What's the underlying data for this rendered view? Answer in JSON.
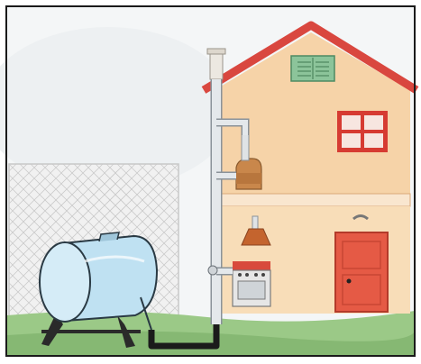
{
  "illustration": {
    "palette": {
      "border": "#1a1a1a",
      "sky": "#ffffff",
      "wash": "#e8ecef",
      "grass": "#8fc07a",
      "grass_dark": "#6fa85d",
      "house_wall": "#f6d3a8",
      "house_shadow": "#efc089",
      "roof": "#d9473f",
      "window_frame": "#d63b32",
      "door": "#e55a45",
      "vent_window": "#8cc49a",
      "pipe": "#dfe3e6",
      "pipe_edge": "#8a9299",
      "hose": "#1b1b1b",
      "tank": "#bfe1f2",
      "tank_edge": "#2a3a44",
      "fence": "#b8b8b8",
      "boiler": "#c9874b",
      "hood": "#c4642e",
      "stove": "#e6e6e6"
    },
    "objects": [
      "propane-tank",
      "fence-panel",
      "gas-supply-pipe",
      "house",
      "roof",
      "chimney",
      "upper-window",
      "attic-vent",
      "water-heater",
      "range-hood",
      "stove",
      "front-door",
      "lawn"
    ]
  }
}
